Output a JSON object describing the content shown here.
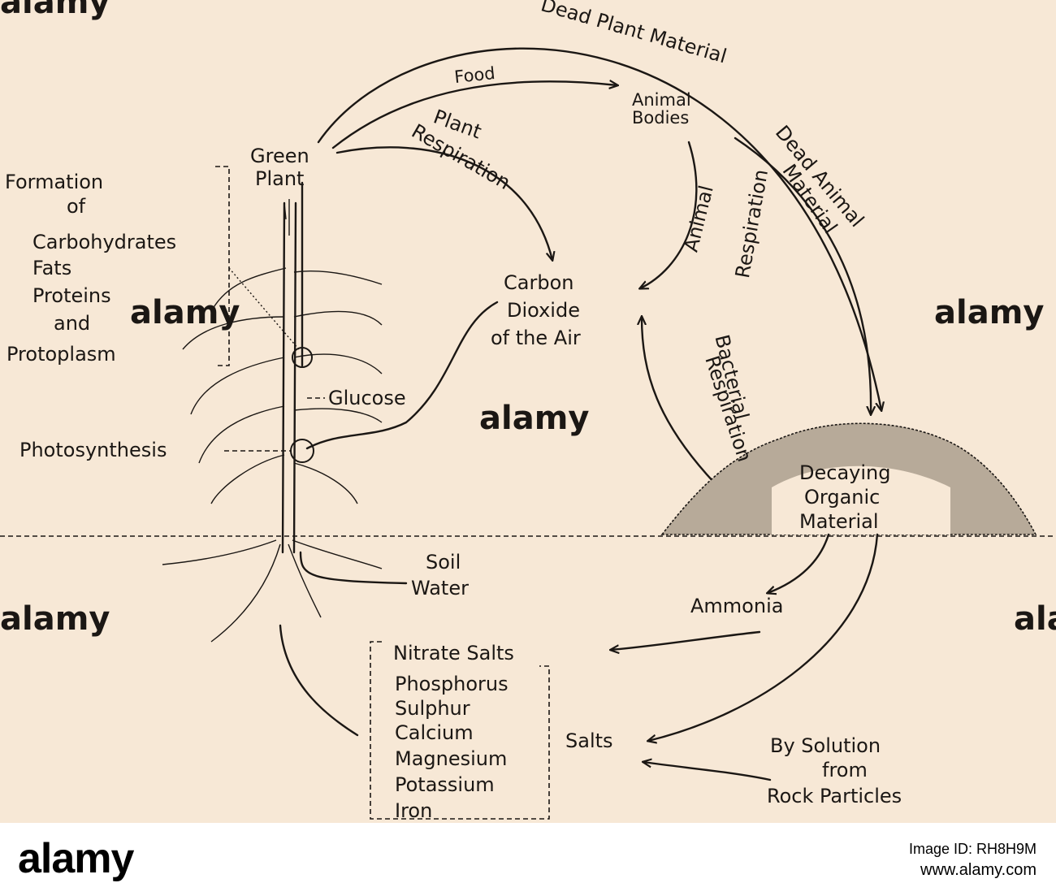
{
  "diagram": {
    "labels": {
      "dead_plant_material": "Dead Plant Material",
      "food": "Food",
      "animal_bodies_1": "Animal",
      "animal_bodies_2": "Bodies",
      "plant_respiration_1": "Plant",
      "plant_respiration_2": "Respiration",
      "green_plant_1": "Green",
      "green_plant_2": "Plant",
      "formation_1": "Formation",
      "formation_2": "of",
      "formation_3": "Carbohydrates",
      "formation_4": "Fats",
      "formation_5": "Proteins",
      "formation_6": "and",
      "formation_7": "Protoplasm",
      "carbon_1": "Carbon",
      "carbon_2": "Dioxide",
      "carbon_3": "of the Air",
      "animal_respiration_1": "Animal",
      "animal_respiration_2": "Respiration",
      "dead_animal_1": "Dead Animal",
      "dead_animal_2": "Material",
      "bacterial_1": "Bacterial",
      "bacterial_2": "Respiration",
      "glucose": "Glucose",
      "photosynthesis": "Photosynthesis",
      "decaying_1": "Decaying",
      "decaying_2": "Organic",
      "decaying_3": "Material",
      "soil_water_1": "Soil",
      "soil_water_2": "Water",
      "ammonia": "Ammonia",
      "nitrate_salts": "Nitrate Salts",
      "phosphorus": "Phosphorus",
      "sulphur": "Sulphur",
      "calcium": "Calcium",
      "magnesium": "Magnesium",
      "potassium": "Potassium",
      "iron": "Iron",
      "salts": "Salts",
      "by_solution_1": "By Solution",
      "by_solution_2": "from",
      "by_solution_3": "Rock Particles"
    },
    "watermark": "alamy"
  },
  "footer": {
    "logo": "alamy",
    "image_id": "Image ID: RH8H9M",
    "url": "www.alamy.com"
  }
}
